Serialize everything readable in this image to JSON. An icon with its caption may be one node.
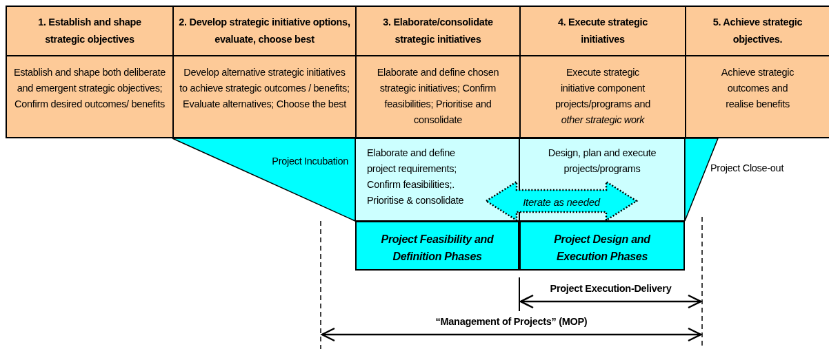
{
  "diagram": {
    "nodes": [
      {
        "text": [
          "1. Establish and shape strategic objectives",
          "Establish and shape both deliberate and emergent strategic objectives; Confirm desired outcomes/ benefits"
        ]
      },
      {
        "text": [
          "2. Develop strategic initiative options, evaluate, choose best",
          "Develop alternative strategic initiatives to achieve strategic outcomes / benefits; Evaluate alternatives; Choose the best"
        ]
      },
      {
        "text": [
          "3. Elaborate/consolidate strategic initiatives",
          "Elaborate and define chosen strategic initiatives; Confirm feasibilities; Prioritise  and consolidate"
        ]
      },
      {
        "text": [
          "4. Execute strategic initiatives",
          "Execute strategic initiative component projects/programs and *other strategic work*"
        ]
      },
      {
        "text": [
          "**5. Achieve strategic objectives**.",
          "Achieve strategic outcomes and realise benefits"
        ]
      },
      {
        "text": [
          "Project Incubation"
        ]
      },
      {
        "text": [
          "Elaborate and define project requirements; Confirm feasibilities;. Prioritise & consolidate"
        ]
      },
      {
        "text": [
          "Design, plan and execute projects/programs"
        ]
      },
      {
        "text": [],
        "shape": "triangle",
        "beside": [
          "Project Close-out"
        ]
      },
      {
        "text": [
          "Iterate as needed"
        ]
      },
      {
        "text": [
          "Project Feasibility and Definition Phases"
        ]
      },
      {
        "text": [
          "Project Design and Execution Phases"
        ]
      }
    ],
    "labels": [
      "Project Execution-Delivery",
      "“Management of Projects” (MOP)"
    ]
  }
}
